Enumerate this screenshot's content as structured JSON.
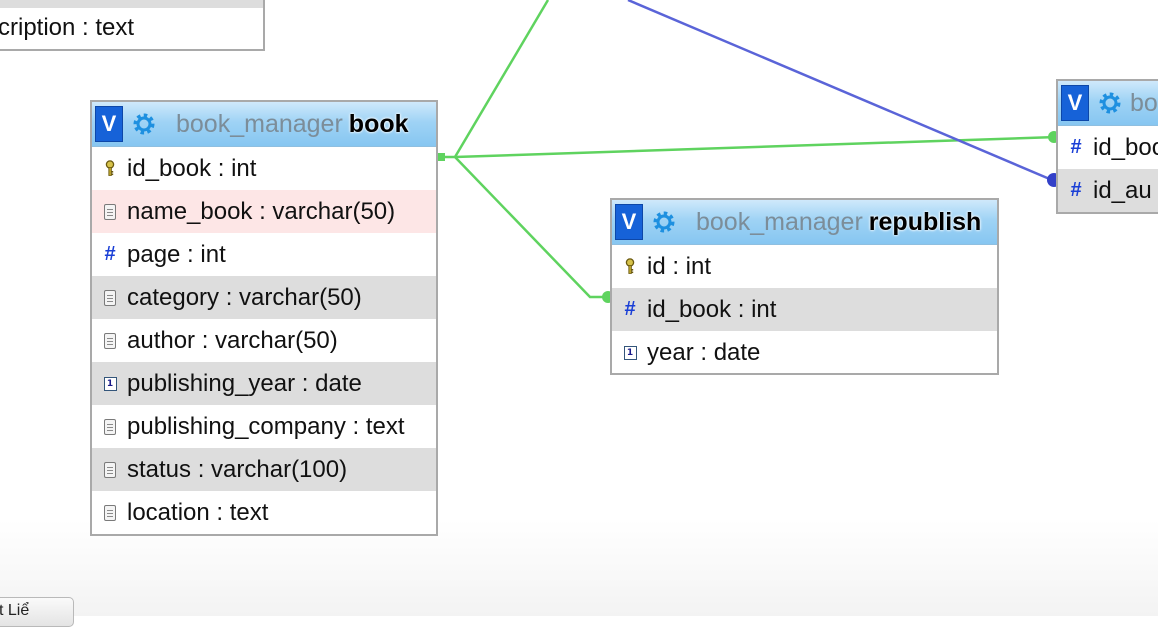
{
  "top_left_fragment": {
    "row_text": "cription : text"
  },
  "tables": {
    "book": {
      "db": "book_manager",
      "name": "book",
      "toggle_label": "V",
      "columns": [
        {
          "text": "id_book : int",
          "icon": "key-icon",
          "style": "plain"
        },
        {
          "text": "name_book : varchar(50)",
          "icon": "text-icon",
          "style": "pink"
        },
        {
          "text": "page : int",
          "icon": "hash-icon",
          "style": "plain"
        },
        {
          "text": "category : varchar(50)",
          "icon": "text-icon",
          "style": "alt"
        },
        {
          "text": "author : varchar(50)",
          "icon": "text-icon",
          "style": "plain"
        },
        {
          "text": "publishing_year : date",
          "icon": "date-icon",
          "style": "alt"
        },
        {
          "text": "publishing_company : text",
          "icon": "text-icon",
          "style": "plain"
        },
        {
          "text": "status : varchar(100)",
          "icon": "text-icon",
          "style": "alt"
        },
        {
          "text": "location : text",
          "icon": "text-icon",
          "style": "plain"
        }
      ]
    },
    "republish": {
      "db": "book_manager",
      "name": "republish",
      "toggle_label": "V",
      "columns": [
        {
          "text": "id : int",
          "icon": "key-icon",
          "style": "plain"
        },
        {
          "text": "id_book : int",
          "icon": "hash-icon",
          "style": "alt"
        },
        {
          "text": "year : date",
          "icon": "date-icon",
          "style": "plain"
        }
      ]
    },
    "right_partial": {
      "title_fragment": "bo",
      "toggle_label": "V",
      "rows": [
        {
          "text": "id_boo",
          "icon": "hash-icon",
          "style": "plain"
        },
        {
          "text": "id_au",
          "icon": "hash-icon",
          "style": "alt"
        }
      ]
    }
  },
  "bottom_button": {
    "label": "t Liể"
  },
  "colors": {
    "relation_green": "#5fd35f",
    "relation_blue": "#5a64d8",
    "header_blue": "#9fd3f5",
    "toggle_blue": "#1662d8"
  }
}
